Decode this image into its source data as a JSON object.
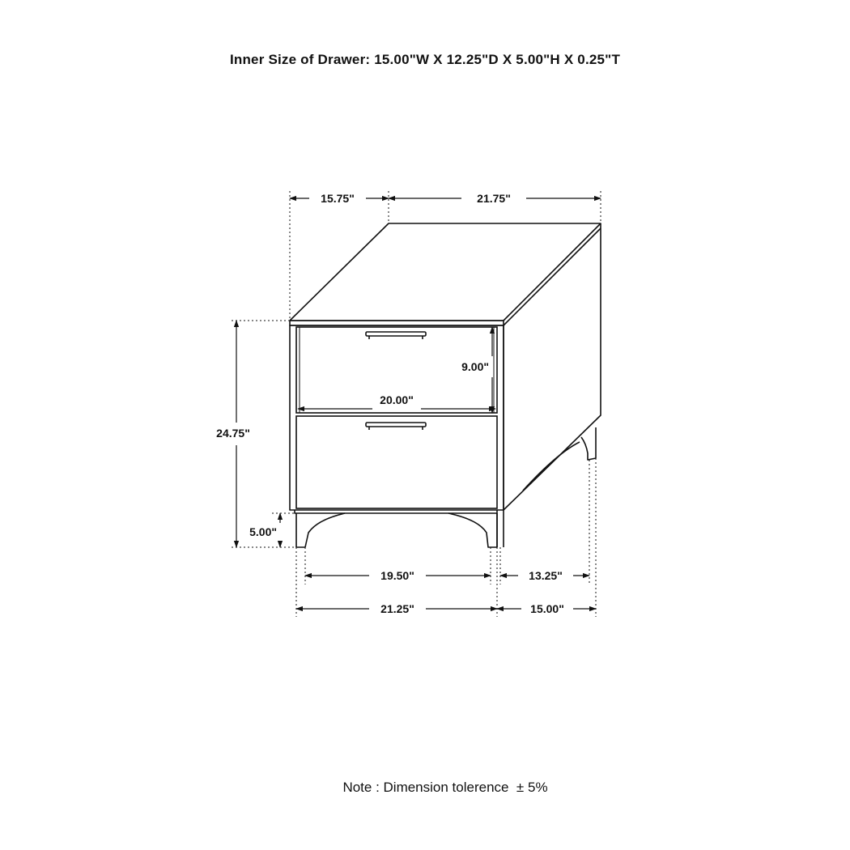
{
  "header": {
    "inner_size_label": "Inner Size of Drawer:",
    "inner_size_value": "15.00\"W X 12.25\"D X 5.00\"H X 0.25\"T"
  },
  "dimensions": {
    "top_depth": "15.75\"",
    "top_width": "21.75\"",
    "drawer_height": "9.00\"",
    "drawer_width": "20.00\"",
    "total_height": "24.75\"",
    "leg_height": "5.00\"",
    "leg_span_front": "19.50\"",
    "leg_span_side": "13.25\"",
    "base_width": "21.25\"",
    "base_depth": "15.00\""
  },
  "footer": {
    "note": "Note : Dimension tolerence  ± 5%"
  },
  "colors": {
    "line": "#111111",
    "background": "#ffffff"
  }
}
